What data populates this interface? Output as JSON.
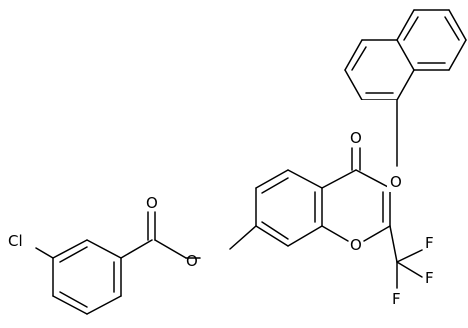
{
  "structure": {
    "atom_labels": {
      "chlorine": "Cl",
      "ketone_oxygen": "O",
      "ether_oxygen": "O",
      "ester_carbonyl_oxygen": "O",
      "ester_oxygen": "O",
      "ring_oxygen": "O",
      "fluorine_1": "F",
      "fluorine_2": "F",
      "fluorine_3": "F"
    },
    "colors": {
      "bond": "#000000",
      "label": "#000000",
      "background": "#ffffff"
    }
  }
}
